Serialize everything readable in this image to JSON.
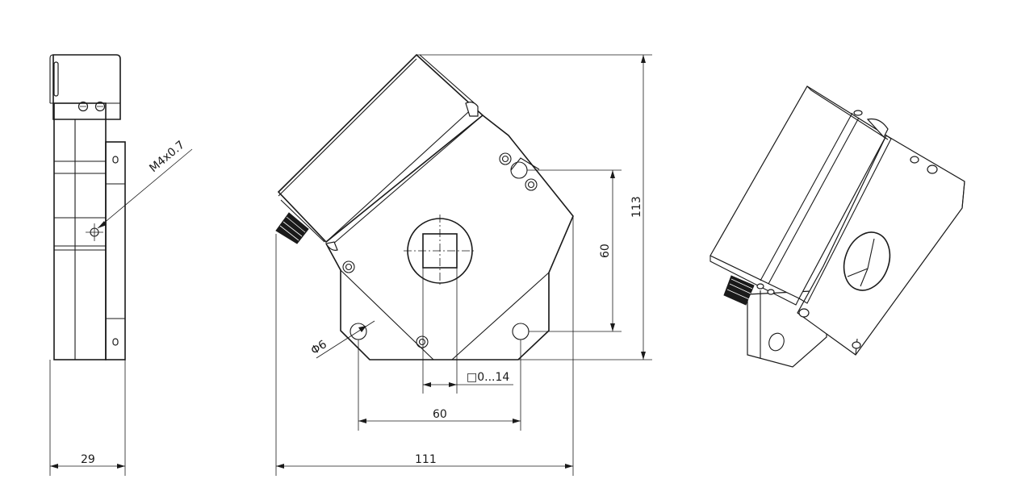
{
  "dimensions": {
    "side_width": "29",
    "side_thread": "M4x0.7",
    "front_height": "113",
    "front_width": "111",
    "hole_spacing_vertical": "60",
    "hole_spacing_horizontal": "60",
    "hole_diameter": "Φ6",
    "aperture": "□0...14"
  }
}
